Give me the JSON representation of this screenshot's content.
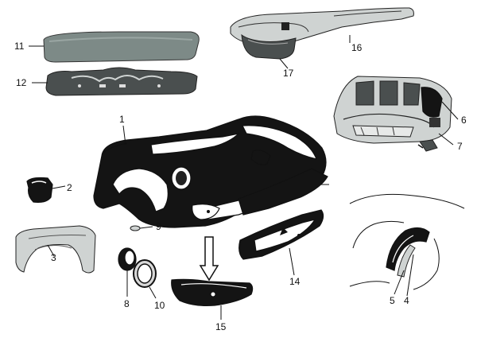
{
  "diagram": {
    "callouts": [
      {
        "id": "p1",
        "text": "1"
      },
      {
        "id": "p2",
        "text": "2"
      },
      {
        "id": "p3",
        "text": "3"
      },
      {
        "id": "p4",
        "text": "4"
      },
      {
        "id": "p5",
        "text": "5"
      },
      {
        "id": "p6",
        "text": "6"
      },
      {
        "id": "p7",
        "text": "7"
      },
      {
        "id": "p8",
        "text": "8"
      },
      {
        "id": "p9",
        "text": "9"
      },
      {
        "id": "p10",
        "text": "10"
      },
      {
        "id": "p11",
        "text": "11"
      },
      {
        "id": "p12",
        "text": "12"
      },
      {
        "id": "p14",
        "text": "14"
      },
      {
        "id": "p15",
        "text": "15"
      },
      {
        "id": "p16",
        "text": "16"
      },
      {
        "id": "p17",
        "text": "17"
      }
    ],
    "colors": {
      "ink": "#111111",
      "panel_black": "#141414",
      "lid_grey": "#7d8a87",
      "background": "#ffffff"
    }
  }
}
